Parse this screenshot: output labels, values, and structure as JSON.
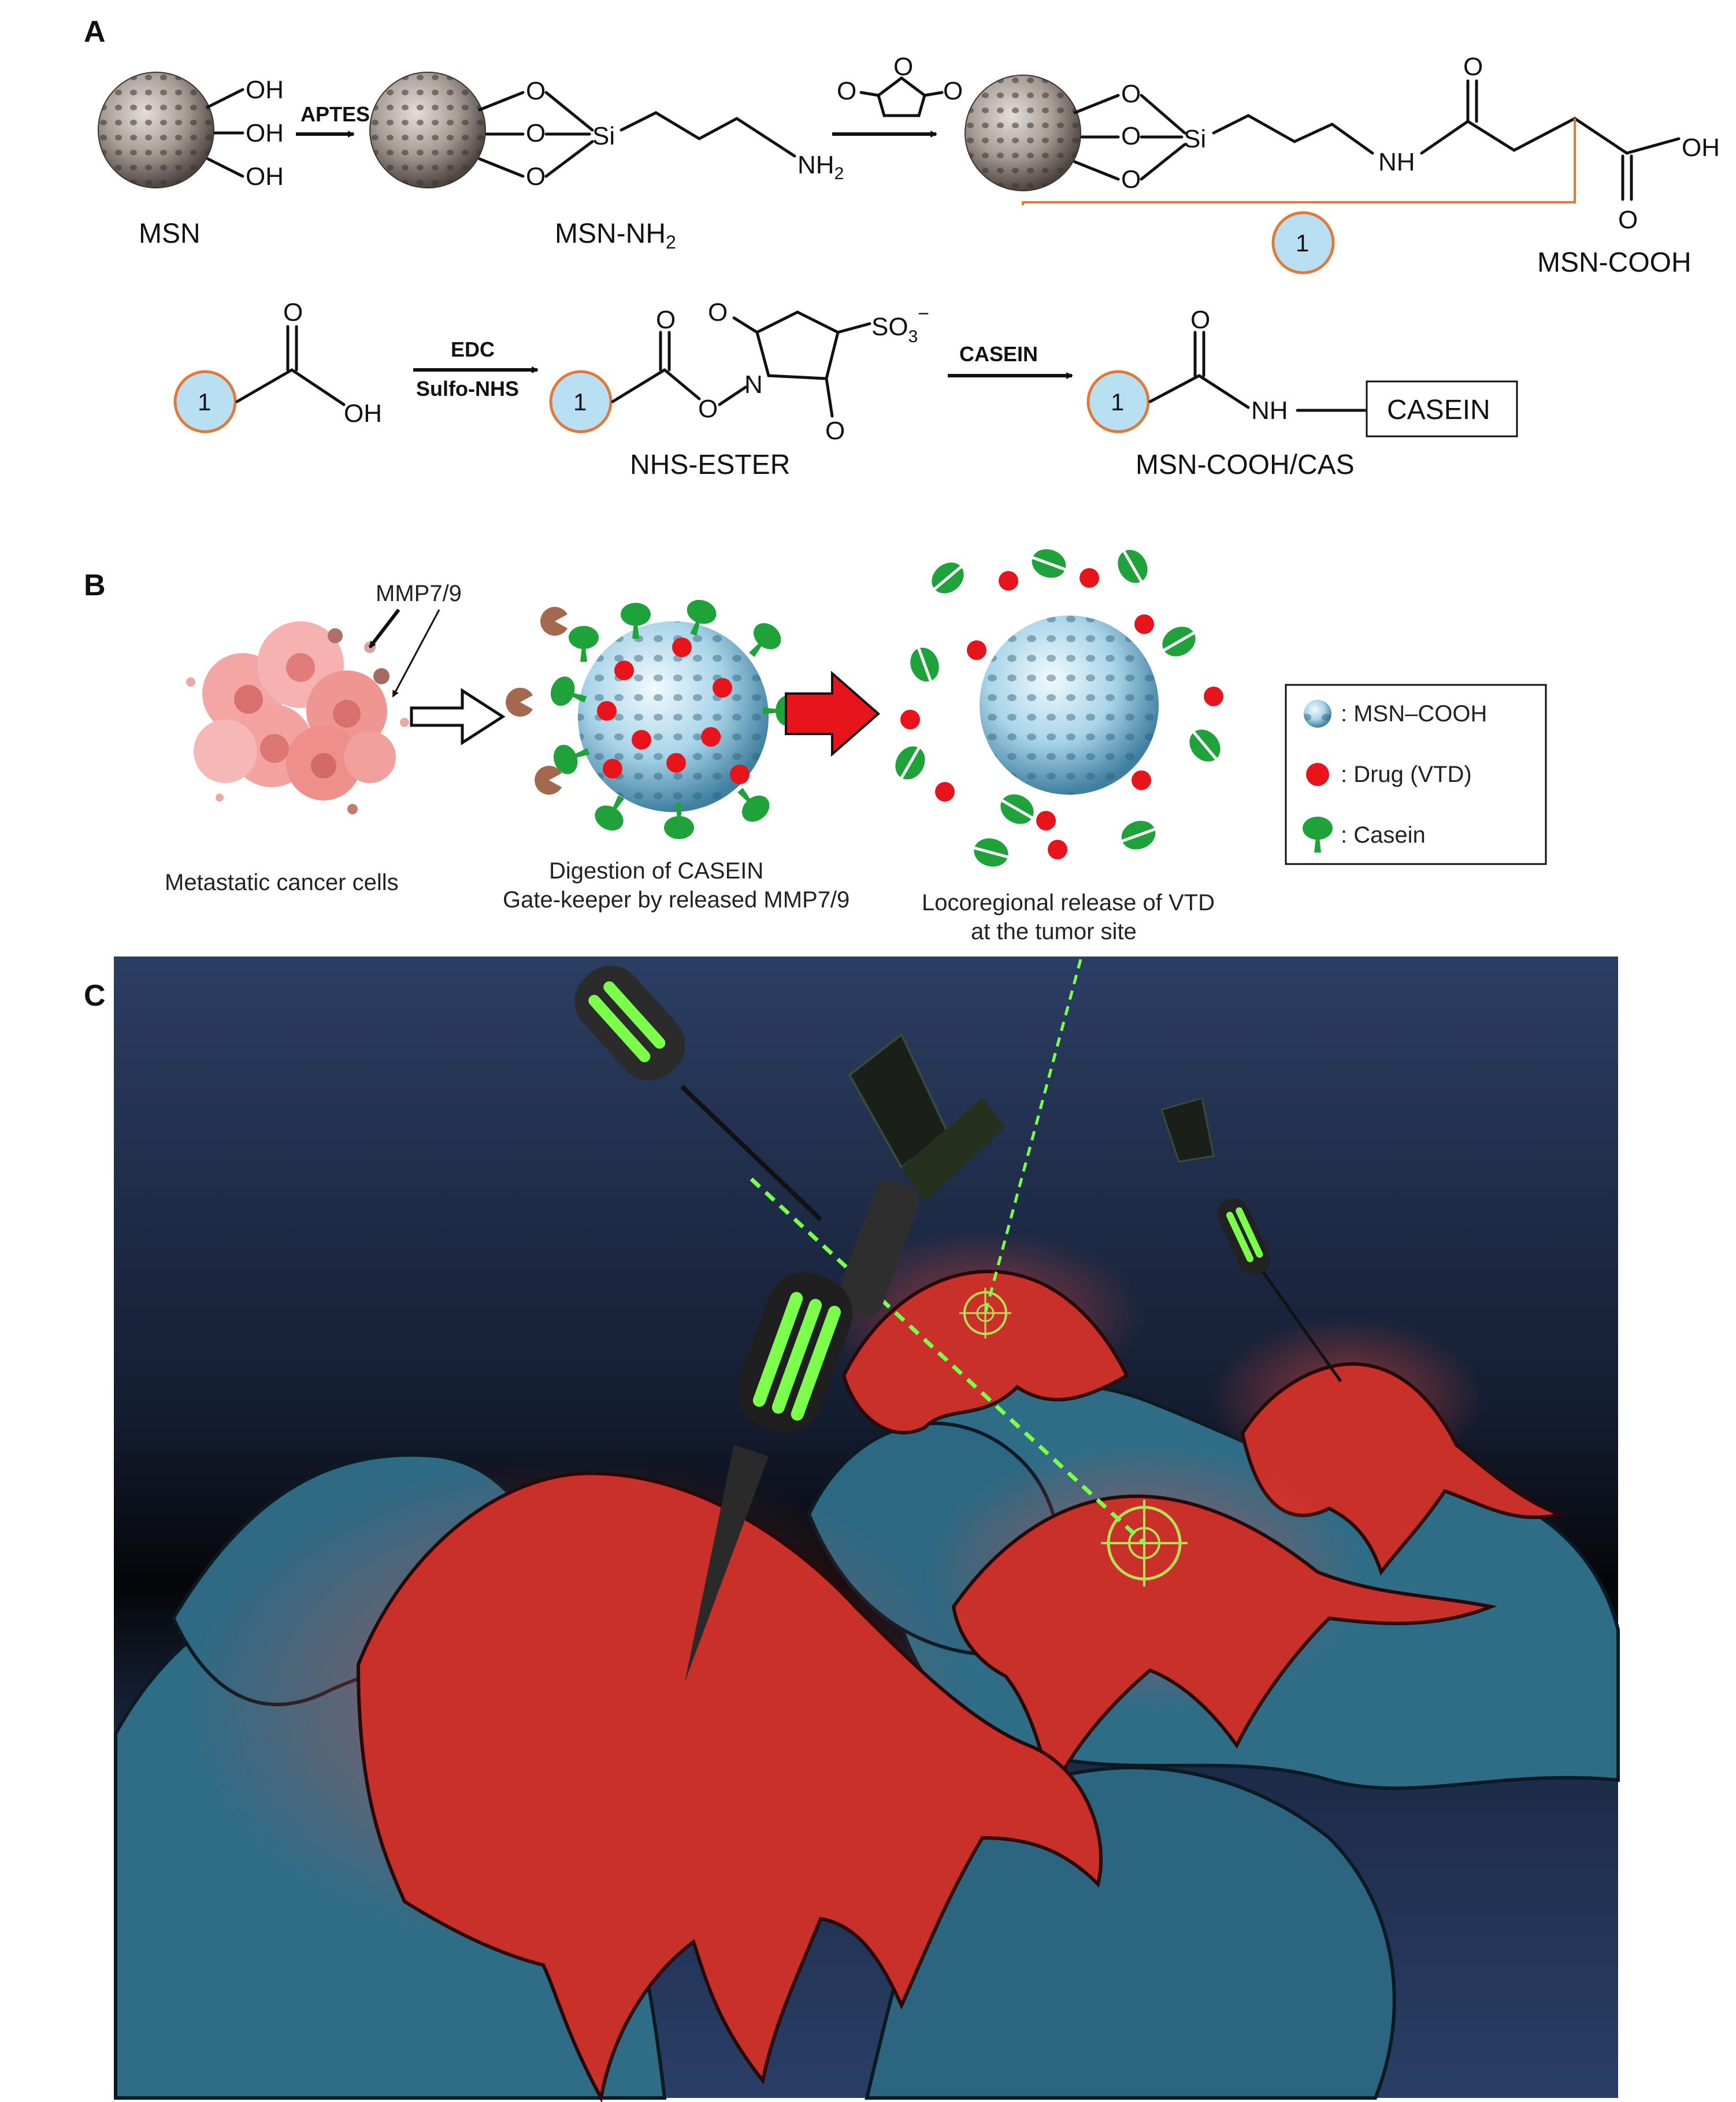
{
  "panels": {
    "a": {
      "letter": "A",
      "oh": "OH",
      "o": "O",
      "si": "Si",
      "nh2": "NH",
      "nh2_sub": "2",
      "nh": "NH",
      "reagent_aptes": "APTES",
      "label_msn": "MSN",
      "label_msn_nh2": "MSN-NH",
      "label_msn_nh2_sub": "2",
      "label_msn_cooh": "MSN-COOH",
      "circle_1": "1",
      "reagent_edc": "EDC",
      "reagent_sulfo_nhs": "Sulfo-NHS",
      "reagent_casein": "CASEIN",
      "n": "N",
      "so3": "SO",
      "so3_sub": "3",
      "so3_sup": "−",
      "label_nhs_ester": "NHS-ESTER",
      "casein_box": "CASEIN",
      "label_msn_cooh_cas": "MSN-COOH/CAS"
    },
    "b": {
      "letter": "B",
      "mmp_label": "MMP7/9",
      "caption_cells": "Metastatic cancer cells",
      "caption_digestion_1": "Digestion of CASEIN",
      "caption_digestion_2": "Gate-keeper by released MMP7/9",
      "caption_release_1": "Locoregional release of VTD",
      "caption_release_2": "at the tumor site",
      "legend": [
        {
          "key": "msn",
          "text": ": MSN–COOH"
        },
        {
          "key": "drug",
          "text": ": Drug (VTD)"
        },
        {
          "key": "casein",
          "text": ": Casein"
        }
      ]
    },
    "c": {
      "letter": "C"
    }
  },
  "colors": {
    "msn_grey": "#8a7f78",
    "msn_blue": "#a9d4e8",
    "drug_red": "#e8141c",
    "casein_green": "#1fa23a",
    "mmp_brown": "#a4684f",
    "orange_link": "#e07a3a",
    "circle_fill": "#b9e0f2",
    "cell_blue": "#2f6c86",
    "cell_red": "#c9302a",
    "glow_green": "#6cff3c",
    "bg_navy": "#1b2a47"
  }
}
